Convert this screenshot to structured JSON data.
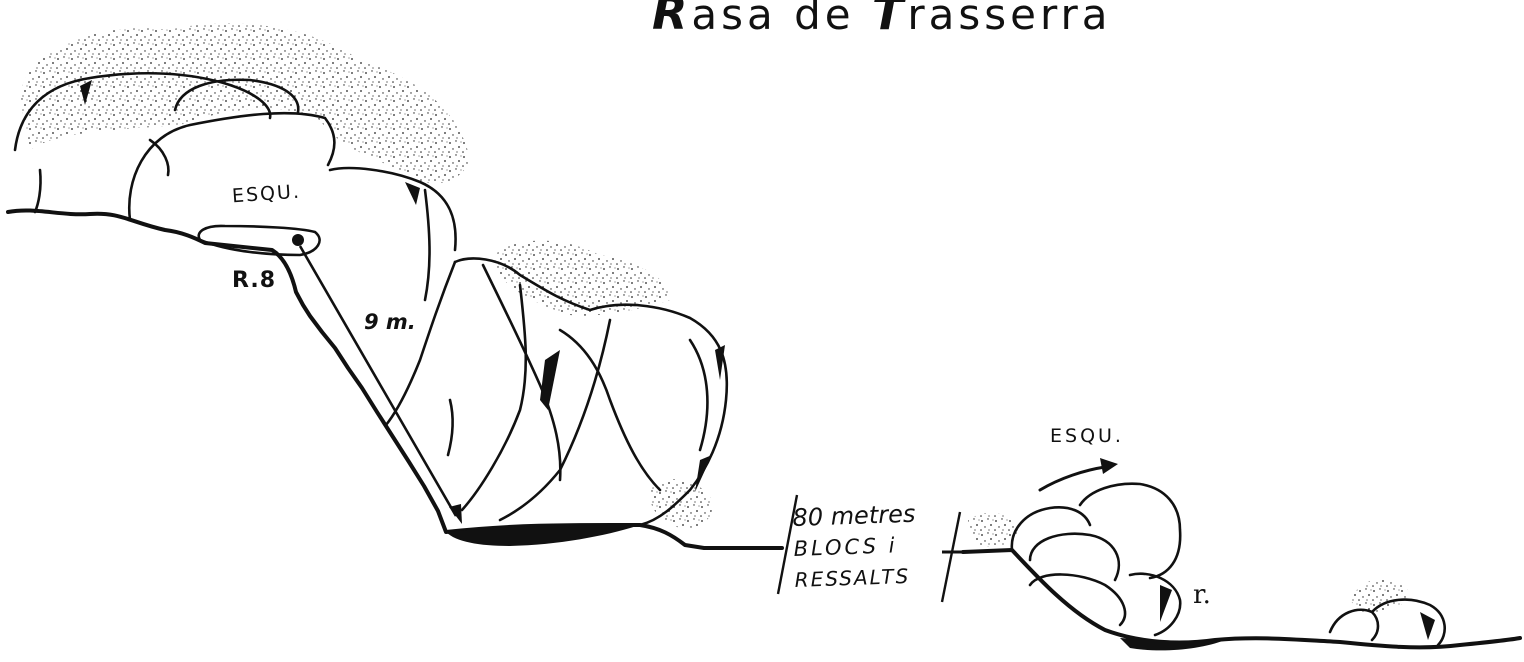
{
  "title": {
    "first_cap": "R",
    "first_rest": "asa",
    "middle": " de ",
    "second_cap": "T",
    "second_rest": "rasserra"
  },
  "labels": {
    "esquerra_top": "ESQU.",
    "rappel": "R.8",
    "rope_length": "9 m.",
    "esquerra_bottom": "ESQU.",
    "small_rappel": "r."
  },
  "note": {
    "line1": "80 metres",
    "line2": "BLOCS i",
    "line3": "RESSALTS"
  }
}
